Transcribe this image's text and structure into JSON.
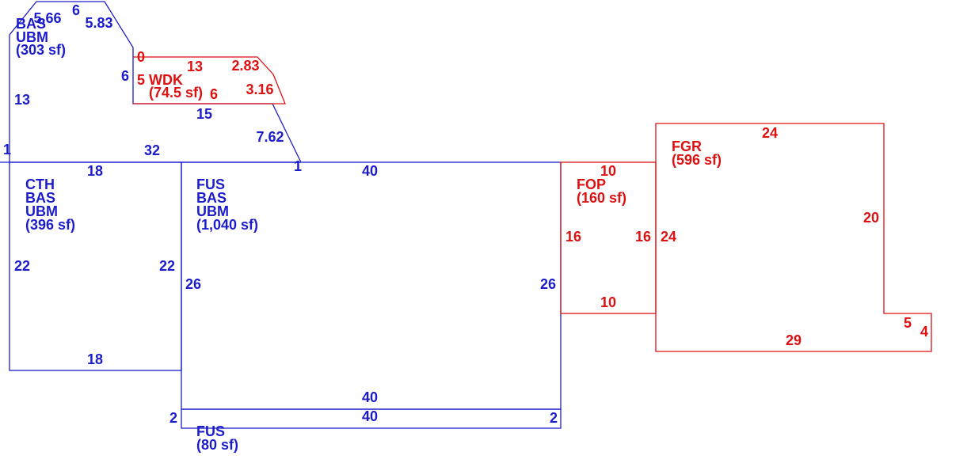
{
  "colors": {
    "living": "#1c1ccc",
    "exterior": "#dd1111",
    "background": "#ffffff"
  },
  "areas": {
    "bas_upper": {
      "line1": "BAS",
      "line2": "UBM",
      "area": "(303 sf)"
    },
    "wdk": {
      "line1": "WDK",
      "area": "(74.5 sf)"
    },
    "cth": {
      "line1": "CTH",
      "line2": "BAS",
      "line3": "UBM",
      "area": "(396 sf)"
    },
    "fus_main": {
      "line1": "FUS",
      "line2": "BAS",
      "line3": "UBM",
      "area": "(1,040 sf)"
    },
    "fus_small": {
      "line1": "FUS",
      "area": "(80 sf)"
    },
    "fop": {
      "line1": "FOP",
      "area": "(160 sf)"
    },
    "fgr": {
      "line1": "FGR",
      "area": "(596 sf)"
    }
  },
  "dimensions": {
    "bas_top_a": "5.66",
    "bas_top_b": "6",
    "bas_top_c": "5.83",
    "bas_right_6": "6",
    "bas_left_13": "13",
    "bas_bottom_15": "15",
    "bas_diag_762": "7.62",
    "bas_left_1": "1",
    "bas_base_32": "32",
    "bas_right_1": "1",
    "wdk_0": "0",
    "wdk_5": "5",
    "wdk_13": "13",
    "wdk_283": "2.83",
    "wdk_316": "3.16",
    "wdk_6": "6",
    "cth_top": "18",
    "cth_left": "22",
    "cth_right": "22",
    "cth_bottom": "18",
    "fus_top": "40",
    "fus_left": "26",
    "fus_right": "26",
    "fus_bottom": "40",
    "fus2_top": "40",
    "fus2_left": "2",
    "fus2_right": "2",
    "fop_top": "10",
    "fop_left": "16",
    "fop_right": "16",
    "fop_bottom": "10",
    "fgr_top": "24",
    "fgr_left": "24",
    "fgr_right": "20",
    "fgr_bottom": "29",
    "fgr_step_5": "5",
    "fgr_step_4": "4"
  }
}
